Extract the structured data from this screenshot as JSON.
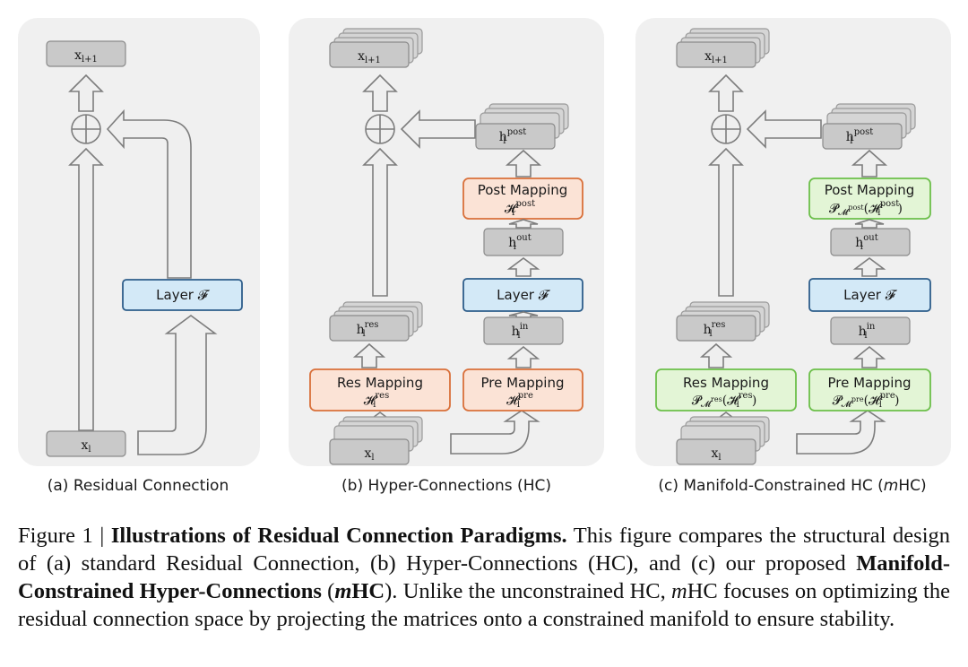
{
  "panels": {
    "a": {
      "caption": "(a) Residual Connection",
      "x_out": "x",
      "x_out_sub": "l+1",
      "x_in": "x",
      "x_in_sub": "l",
      "layer": "Layer 𝓕"
    },
    "b": {
      "caption": "(b) Hyper-Connections (HC)",
      "x_out": "x",
      "x_out_sub": "l+1",
      "x_in": "x",
      "x_in_sub": "l",
      "h_post": "h",
      "h_post_sup": "post",
      "h_post_sub": "l",
      "post_mapping_title": "Post Mapping",
      "post_mapping_formula": "𝓗",
      "post_mapping_formula_sup": "post",
      "post_mapping_formula_sub": "l",
      "h_out": "h",
      "h_out_sup": "out",
      "h_out_sub": "l",
      "layer": "Layer 𝓕",
      "h_in": "h",
      "h_in_sup": "in",
      "h_in_sub": "l",
      "pre_mapping_title": "Pre Mapping",
      "pre_mapping_formula": "𝓗",
      "pre_mapping_formula_sup": "pre",
      "pre_mapping_formula_sub": "l",
      "h_res": "h",
      "h_res_sup": "res",
      "h_res_sub": "l",
      "res_mapping_title": "Res Mapping",
      "res_mapping_formula": "𝓗",
      "res_mapping_formula_sup": "res",
      "res_mapping_formula_sub": "l"
    },
    "c": {
      "caption_prefix": "(c) Manifold-Constrained HC (",
      "caption_italic": "m",
      "caption_suffix": "HC)",
      "x_out": "x",
      "x_out_sub": "l+1",
      "x_in": "x",
      "x_in_sub": "l",
      "h_post": "h",
      "h_post_sup": "post",
      "h_post_sub": "l",
      "post_mapping_title": "Post Mapping",
      "post_mapping_formula": "𝓟",
      "post_mapping_formula_sub": "𝓜",
      "post_mapping_formula_subsup": "post",
      "post_mapping_formula_arg": "(𝓗",
      "post_mapping_formula_arg_sup": "post",
      "post_mapping_formula_arg_sub": "l",
      "post_mapping_formula_close": ")",
      "h_out": "h",
      "h_out_sup": "out",
      "h_out_sub": "l",
      "layer": "Layer 𝓕",
      "h_in": "h",
      "h_in_sup": "in",
      "h_in_sub": "l",
      "pre_mapping_title": "Pre Mapping",
      "pre_mapping_formula": "𝓟",
      "pre_mapping_formula_sub": "𝓜",
      "pre_mapping_formula_subsup": "pre",
      "pre_mapping_formula_arg": "(𝓗",
      "pre_mapping_formula_arg_sup": "pre",
      "pre_mapping_formula_arg_sub": "l",
      "pre_mapping_formula_close": ")",
      "h_res": "h",
      "h_res_sup": "res",
      "h_res_sub": "l",
      "res_mapping_title": "Res Mapping",
      "res_mapping_formula": "𝓟",
      "res_mapping_formula_sub": "𝓜",
      "res_mapping_formula_subsup": "res",
      "res_mapping_formula_arg": "(𝓗",
      "res_mapping_formula_arg_sup": "res",
      "res_mapping_formula_arg_sub": "l",
      "res_mapping_formula_close": ")"
    }
  },
  "caption": {
    "figure_label": "Figure 1 | ",
    "title": "Illustrations of Residual Connection Paradigms.",
    "text1": " This figure compares the structural design of (a) standard Residual Connection, (b) Hyper-Connections (HC), and (c) our proposed ",
    "bold2": "Manifold-Constrained Hyper-Connections",
    "text2": " (",
    "bold_italic_m": "m",
    "bold3": "HC",
    "text3": "). Unlike the unconstrained HC, ",
    "italic_m": "m",
    "text4": "HC focuses on optimizing the residual connection space by projecting the matrices onto a constrained manifold to ensure stability."
  },
  "colors": {
    "panel_bg": "#f0f0f0",
    "grey_box": "#c9c9c9",
    "grey_box_stroke": "#8a8a8a",
    "arrow_fill": "#efefef",
    "arrow_stroke": "#7d7d7d",
    "blue_fill": "#d3e9f7",
    "blue_stroke": "#2d5d8a",
    "orange_fill": "#fbe3d6",
    "orange_stroke": "#d9703a",
    "green_fill": "#e3f5d6",
    "green_stroke": "#6cbf4a"
  }
}
